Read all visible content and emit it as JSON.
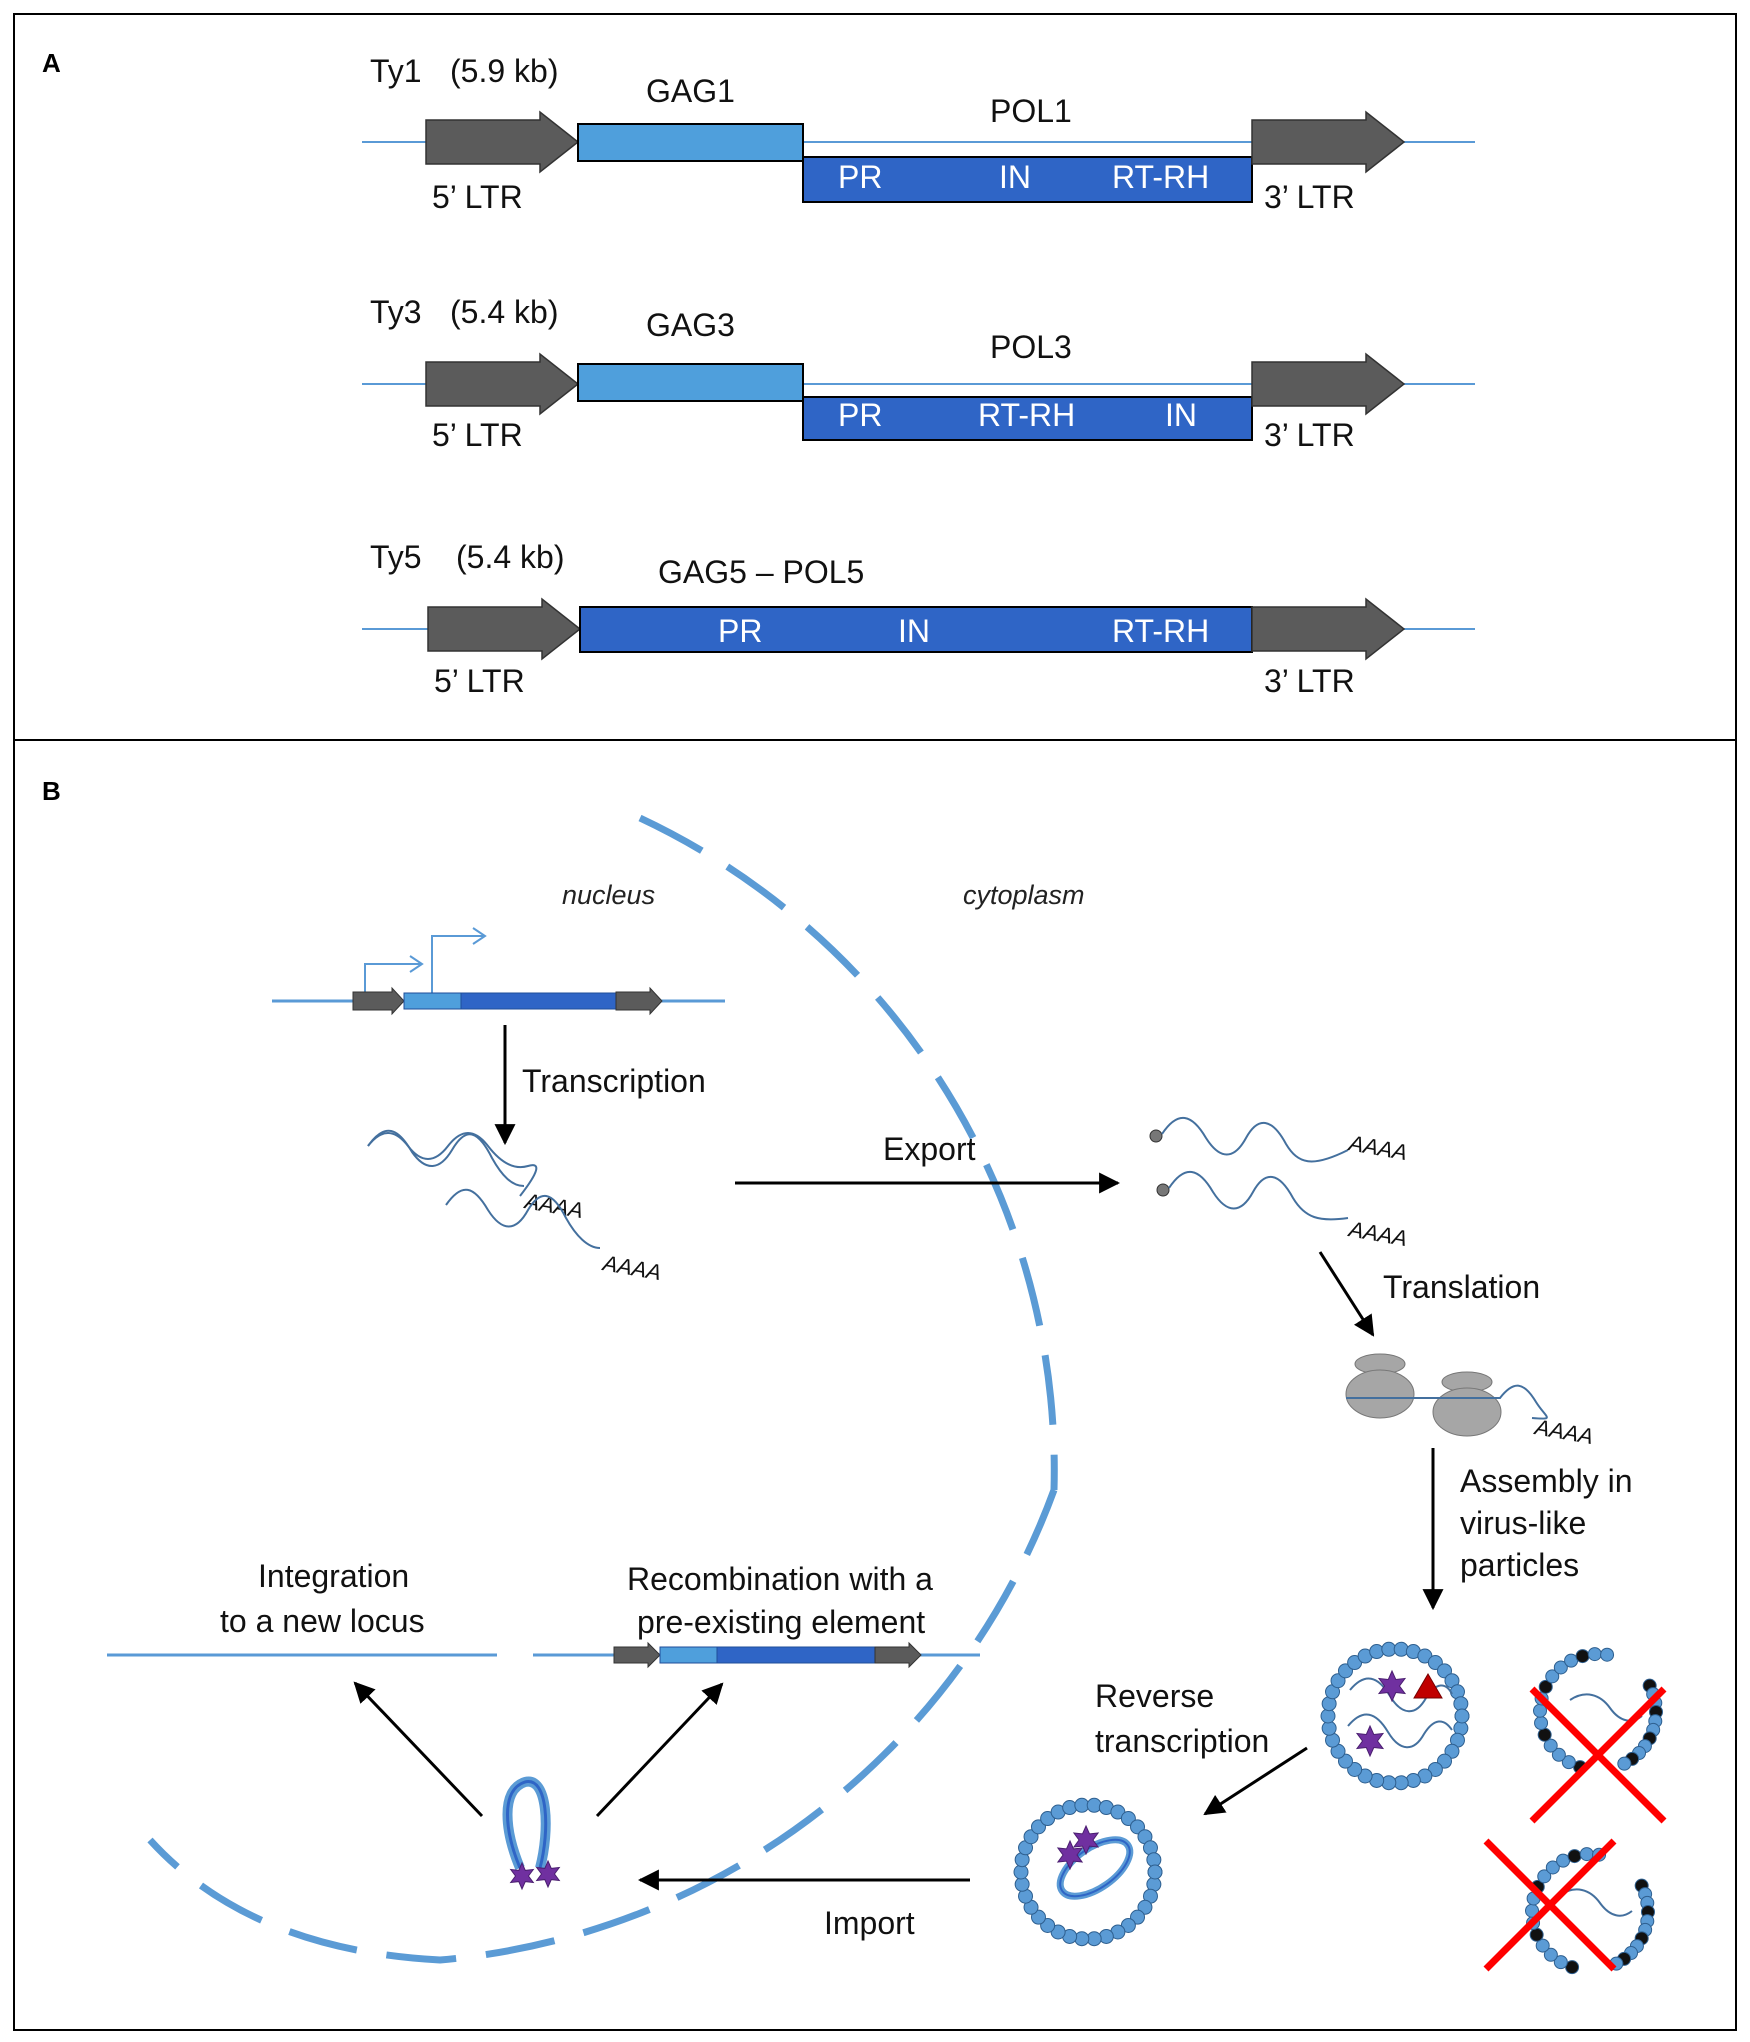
{
  "colors": {
    "ltr": "#5b5b5b",
    "gag": "#4f9fdc",
    "pol": "#2f65c6",
    "line": "#5a9ad6",
    "membrane": "#5b9bd5",
    "arrow": "#000000",
    "star": "#7030a0",
    "triangle": "#c00000",
    "cross": "#ff0000",
    "ribosome": "#a6a6a6",
    "vlp_bead": "#5b9bd5"
  },
  "panel_a": {
    "letter": "A",
    "rows": [
      {
        "name": "Ty1",
        "size": "(5.9 kb)",
        "gag_label": "GAG1",
        "pol_label": "POL1",
        "domains": [
          "PR",
          "IN",
          "RT-RH"
        ],
        "ltr5": "5’ LTR",
        "ltr3": "3’ LTR"
      },
      {
        "name": "Ty3",
        "size": "(5.4 kb)",
        "gag_label": "GAG3",
        "pol_label": "POL3",
        "domains": [
          "PR",
          "RT-RH",
          "IN"
        ],
        "ltr5": "5’ LTR",
        "ltr3": "3’ LTR"
      },
      {
        "name": "Ty5",
        "size": "(5.4 kb)",
        "gagpol_label": "GAG5 – POL5",
        "domains": [
          "PR",
          "IN",
          "RT-RH"
        ],
        "ltr5": "5’ LTR",
        "ltr3": "3’ LTR"
      }
    ]
  },
  "panel_b": {
    "letter": "B",
    "compartments": {
      "nucleus": "nucleus",
      "cytoplasm": "cytoplasm"
    },
    "steps": {
      "transcription": "Transcription",
      "export": "Export",
      "translation": "Translation",
      "assembly": [
        "Assembly in",
        "virus-like",
        "particles"
      ],
      "reverse_transcription": [
        "Reverse",
        "transcription"
      ],
      "import": "Import",
      "integration": [
        "Integration",
        "to a new locus"
      ],
      "recombination": [
        "Recombination with a",
        "pre-existing element"
      ]
    },
    "polya": "AAAA"
  }
}
